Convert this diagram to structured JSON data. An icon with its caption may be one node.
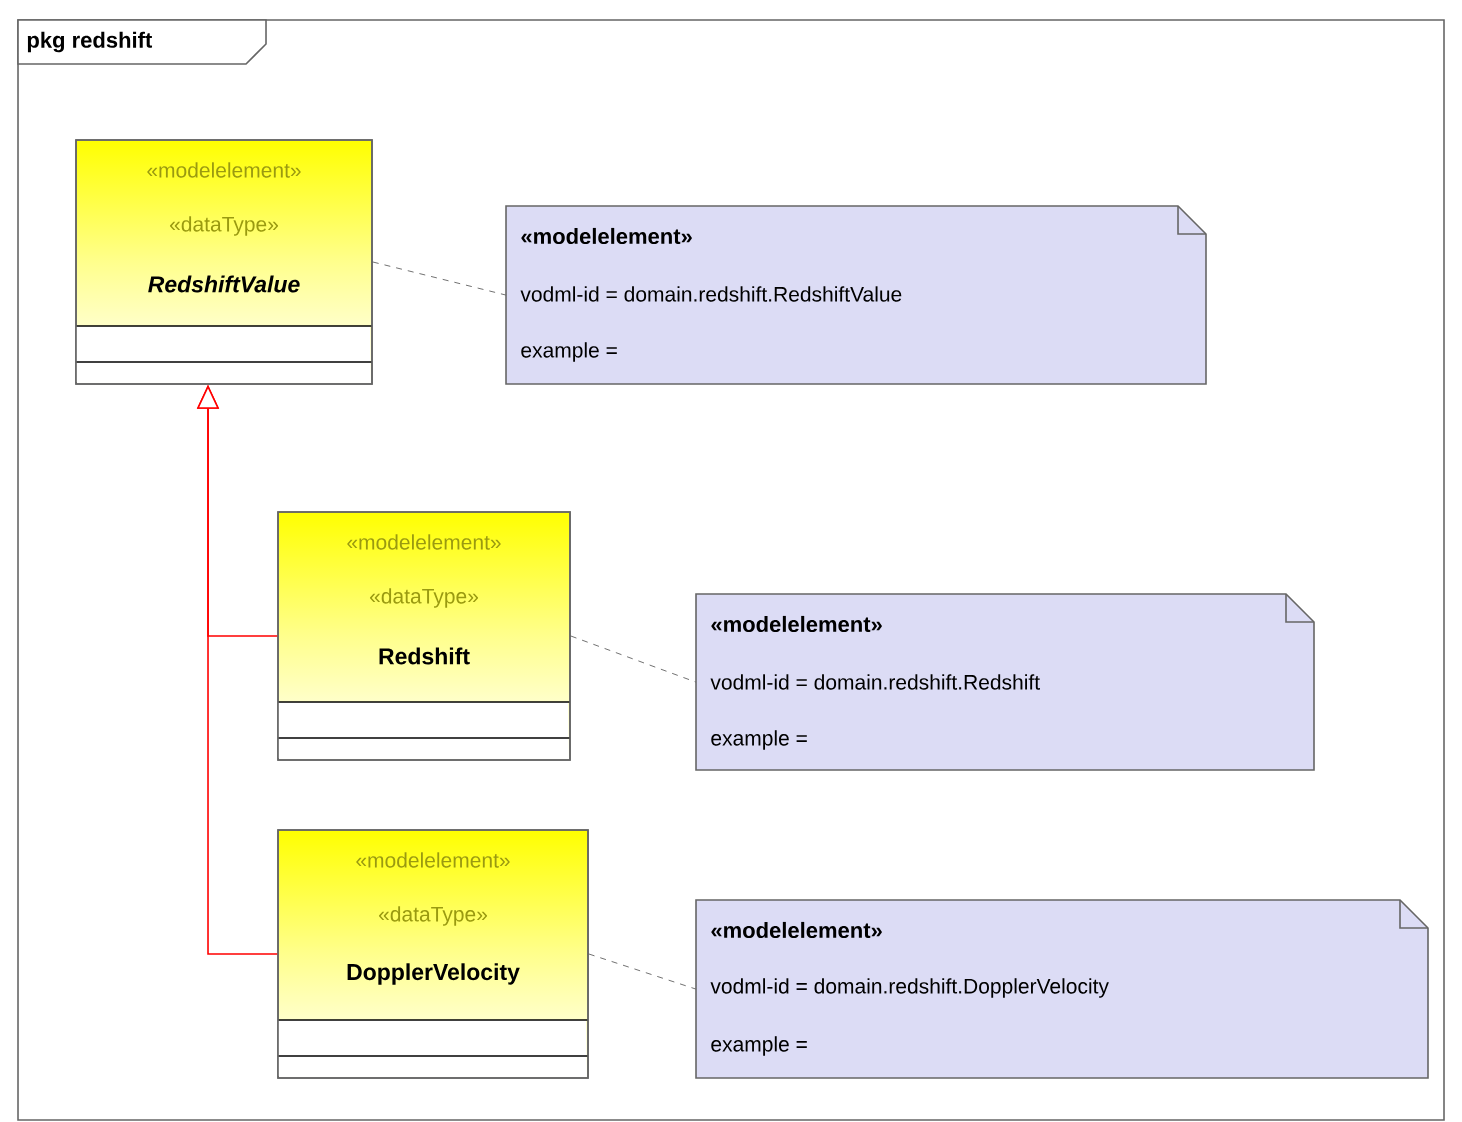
{
  "diagram": {
    "nodes": [
      {
        "text": [
          "pkg redshift"
        ]
      },
      {
        "text": [
          "«modelelement»",
          "«dataType»",
          "RedshiftValue"
        ],
        "in": 0
      },
      {
        "text": [
          "«modelelement»",
          "vodml-id =  domain.redshift.RedshiftValue",
          "example ="
        ],
        "in": 0
      },
      {
        "text": [
          "«modelelement»",
          "«dataType»",
          "Redshift"
        ],
        "in": 0
      },
      {
        "text": [
          "«modelelement»",
          "vodml-id =  domain.redshift.Redshift",
          "example ="
        ],
        "in": 0
      },
      {
        "text": [
          "«modelelement»",
          "«dataType»",
          "DopplerVelocity"
        ],
        "in": 0
      },
      {
        "text": [
          "«modelelement»",
          "vodml-id =  domain.redshift.DopplerVelocity",
          "example ="
        ],
        "in": 0
      }
    ],
    "edges": [
      {
        "from": 1,
        "to": 2,
        "arrow": "none",
        "style": "dashed"
      },
      {
        "from": 3,
        "to": 1,
        "arrow": "to",
        "color": "#ff0000"
      },
      {
        "from": 3,
        "to": 4,
        "arrow": "none",
        "style": "dashed"
      },
      {
        "from": 5,
        "to": 1,
        "arrow": "to",
        "color": "#ff0000"
      },
      {
        "from": 5,
        "to": 6,
        "arrow": "none",
        "style": "dashed"
      }
    ]
  }
}
